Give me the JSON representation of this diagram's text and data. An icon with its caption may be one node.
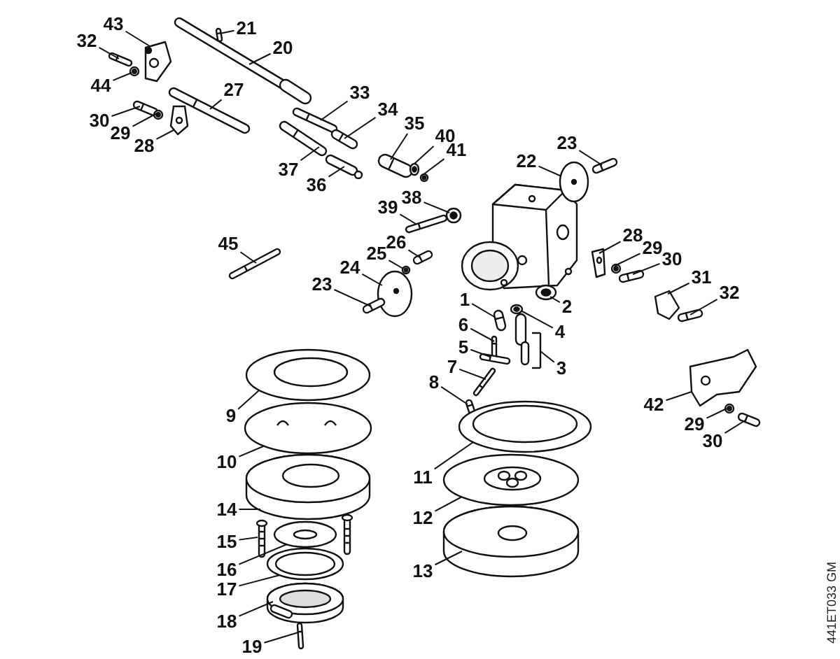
{
  "diagram": {
    "nodes": [
      {
        "text": [
          "43"
        ]
      },
      {
        "text": [
          "21"
        ]
      },
      {
        "text": [
          "32"
        ]
      },
      {
        "text": [
          "20"
        ]
      },
      {
        "text": [
          "44"
        ]
      },
      {
        "text": [
          "27"
        ]
      },
      {
        "text": [
          "30"
        ]
      },
      {
        "text": [
          "33"
        ]
      },
      {
        "text": [
          "34"
        ]
      },
      {
        "text": [
          "29"
        ]
      },
      {
        "text": [
          "35"
        ]
      },
      {
        "text": [
          "40"
        ]
      },
      {
        "text": [
          "28"
        ]
      },
      {
        "text": [
          "41"
        ]
      },
      {
        "text": [
          "37"
        ]
      },
      {
        "text": [
          "36"
        ]
      },
      {
        "text": [
          "23"
        ]
      },
      {
        "text": [
          "22"
        ]
      },
      {
        "text": [
          "38"
        ]
      },
      {
        "text": [
          "39"
        ]
      },
      {
        "text": [
          "26"
        ]
      },
      {
        "text": [
          "25"
        ]
      },
      {
        "text": [
          "28"
        ]
      },
      {
        "text": [
          "29"
        ]
      },
      {
        "text": [
          "45"
        ]
      },
      {
        "text": [
          "30"
        ]
      },
      {
        "text": [
          "24"
        ]
      },
      {
        "text": [
          "31"
        ]
      },
      {
        "text": [
          "23"
        ]
      },
      {
        "text": [
          "32"
        ]
      },
      {
        "text": [
          "1"
        ]
      },
      {
        "text": [
          "2"
        ]
      },
      {
        "text": [
          "6"
        ]
      },
      {
        "text": [
          "4"
        ]
      },
      {
        "text": [
          "5"
        ]
      },
      {
        "text": [
          "3"
        ]
      },
      {
        "text": [
          "7"
        ]
      },
      {
        "text": [
          "8"
        ]
      },
      {
        "text": [
          "42"
        ]
      },
      {
        "text": [
          "9"
        ]
      },
      {
        "text": [
          "29"
        ]
      },
      {
        "text": [
          "30"
        ]
      },
      {
        "text": [
          "10"
        ]
      },
      {
        "text": [
          "11"
        ]
      },
      {
        "text": [
          "14"
        ]
      },
      {
        "text": [
          "12"
        ]
      },
      {
        "text": [
          "15"
        ]
      },
      {
        "text": [
          "16"
        ]
      },
      {
        "text": [
          "17"
        ]
      },
      {
        "text": [
          "13"
        ]
      },
      {
        "text": [
          "18"
        ]
      },
      {
        "text": [
          "19"
        ]
      },
      {
        "text": [],
        "shape": "picture"
      },
      {
        "text": [],
        "shape": "picture"
      },
      {
        "text": [],
        "shape": "picture"
      },
      {
        "text": [],
        "shape": "picture"
      },
      {
        "text": [],
        "shape": "picture"
      },
      {
        "text": [],
        "shape": "picture"
      },
      {
        "text": [],
        "shape": "picture"
      },
      {
        "text": [],
        "shape": "picture"
      },
      {
        "text": [],
        "shape": "picture"
      },
      {
        "text": [],
        "shape": "picture"
      },
      {
        "text": [],
        "shape": "picture"
      },
      {
        "text": [],
        "shape": "picture"
      },
      {
        "text": [],
        "shape": "picture"
      },
      {
        "text": [],
        "shape": "picture"
      },
      {
        "text": [],
        "shape": "picture"
      },
      {
        "text": [],
        "shape": "picture"
      },
      {
        "text": [],
        "shape": "picture"
      },
      {
        "text": [],
        "shape": "picture"
      },
      {
        "text": [],
        "shape": "picture"
      },
      {
        "text": [],
        "shape": "picture"
      },
      {
        "text": [],
        "shape": "picture"
      },
      {
        "text": [],
        "shape": "picture"
      },
      {
        "text": [],
        "shape": "picture"
      },
      {
        "text": [],
        "shape": "picture"
      },
      {
        "text": [],
        "shape": "picture"
      },
      {
        "text": [],
        "shape": "picture"
      },
      {
        "text": [],
        "shape": "picture"
      },
      {
        "text": [],
        "shape": "picture"
      },
      {
        "text": [],
        "shape": "picture"
      },
      {
        "text": [],
        "shape": "picture"
      },
      {
        "text": [],
        "shape": "picture"
      },
      {
        "text": [],
        "shape": "picture"
      },
      {
        "text": [],
        "shape": "picture"
      },
      {
        "text": [],
        "shape": "picture"
      },
      {
        "text": [],
        "shape": "picture"
      },
      {
        "text": [],
        "shape": "picture"
      },
      {
        "text": [],
        "shape": "picture"
      },
      {
        "text": [],
        "shape": "picture"
      },
      {
        "text": [],
        "shape": "picture"
      },
      {
        "text": [],
        "shape": "picture"
      },
      {
        "text": [],
        "shape": "picture"
      },
      {
        "text": [],
        "shape": "picture"
      },
      {
        "text": [],
        "shape": "picture"
      },
      {
        "text": [],
        "shape": "picture"
      },
      {
        "text": [],
        "shape": "picture"
      },
      {
        "text": [],
        "shape": "picture"
      },
      {
        "text": [],
        "shape": "picture"
      },
      {
        "text": [],
        "shape": "picture"
      },
      {
        "text": [],
        "shape": "picture"
      },
      {
        "text": [],
        "shape": "picture"
      },
      {
        "text": [],
        "shape": "picture"
      },
      {
        "text": [],
        "shape": "picture"
      }
    ],
    "edges": [
      {
        "from": 0,
        "to": 52,
        "arrow": "none"
      },
      {
        "from": 1,
        "to": 53,
        "arrow": "none"
      },
      {
        "from": 2,
        "to": 54,
        "arrow": "none"
      },
      {
        "from": 3,
        "to": 55,
        "arrow": "none"
      },
      {
        "from": 4,
        "to": 56,
        "arrow": "none"
      },
      {
        "from": 5,
        "to": 57,
        "arrow": "none"
      },
      {
        "from": 6,
        "to": 58,
        "arrow": "none"
      },
      {
        "from": 7,
        "to": 59,
        "arrow": "none"
      },
      {
        "from": 8,
        "to": 60,
        "arrow": "none"
      },
      {
        "from": 9,
        "to": 61,
        "arrow": "none"
      },
      {
        "from": 10,
        "to": 62,
        "arrow": "none"
      },
      {
        "from": 11,
        "to": 63,
        "arrow": "none"
      },
      {
        "from": 12,
        "to": 64,
        "arrow": "none"
      },
      {
        "from": 13,
        "to": 65,
        "arrow": "none"
      },
      {
        "from": 14,
        "to": 66,
        "arrow": "none"
      },
      {
        "from": 15,
        "to": 67,
        "arrow": "none"
      },
      {
        "from": 16,
        "to": 68,
        "arrow": "none"
      },
      {
        "from": 17,
        "to": 69,
        "arrow": "none"
      },
      {
        "from": 18,
        "to": 70,
        "arrow": "none"
      },
      {
        "from": 19,
        "to": 71,
        "arrow": "none"
      },
      {
        "from": 20,
        "to": 72,
        "arrow": "none"
      },
      {
        "from": 21,
        "to": 73,
        "arrow": "none"
      },
      {
        "from": 22,
        "to": 74,
        "arrow": "none"
      },
      {
        "from": 23,
        "to": 75,
        "arrow": "none"
      },
      {
        "from": 24,
        "to": 76,
        "arrow": "none"
      },
      {
        "from": 25,
        "to": 77,
        "arrow": "none"
      },
      {
        "from": 26,
        "to": 78,
        "arrow": "none"
      },
      {
        "from": 27,
        "to": 79,
        "arrow": "none"
      },
      {
        "from": 28,
        "to": 80,
        "arrow": "none"
      },
      {
        "from": 29,
        "to": 81,
        "arrow": "none"
      },
      {
        "from": 30,
        "to": 82,
        "arrow": "none"
      },
      {
        "from": 31,
        "to": 83,
        "arrow": "none"
      },
      {
        "from": 32,
        "to": 84,
        "arrow": "none"
      },
      {
        "from": 33,
        "to": 85,
        "arrow": "none"
      },
      {
        "from": 34,
        "to": 86,
        "arrow": "none"
      },
      {
        "from": 35,
        "to": 87,
        "arrow": "none"
      },
      {
        "from": 36,
        "to": 88,
        "arrow": "none"
      },
      {
        "from": 37,
        "to": 89,
        "arrow": "none"
      },
      {
        "from": 38,
        "to": 90,
        "arrow": "none"
      },
      {
        "from": 39,
        "to": 91,
        "arrow": "none"
      },
      {
        "from": 40,
        "to": 92,
        "arrow": "none"
      },
      {
        "from": 41,
        "to": 93,
        "arrow": "none"
      },
      {
        "from": 42,
        "to": 94,
        "arrow": "none"
      },
      {
        "from": 43,
        "to": 95,
        "arrow": "none"
      },
      {
        "from": 44,
        "to": 96,
        "arrow": "none"
      },
      {
        "from": 45,
        "to": 97,
        "arrow": "none"
      },
      {
        "from": 46,
        "to": 98,
        "arrow": "none"
      },
      {
        "from": 47,
        "to": 99,
        "arrow": "none"
      },
      {
        "from": 48,
        "to": 100,
        "arrow": "none"
      },
      {
        "from": 49,
        "to": 101,
        "arrow": "none"
      },
      {
        "from": 50,
        "to": 102,
        "arrow": "none"
      },
      {
        "from": 51,
        "to": 103,
        "arrow": "none"
      }
    ],
    "labels": [
      "441ET033 GM"
    ]
  }
}
